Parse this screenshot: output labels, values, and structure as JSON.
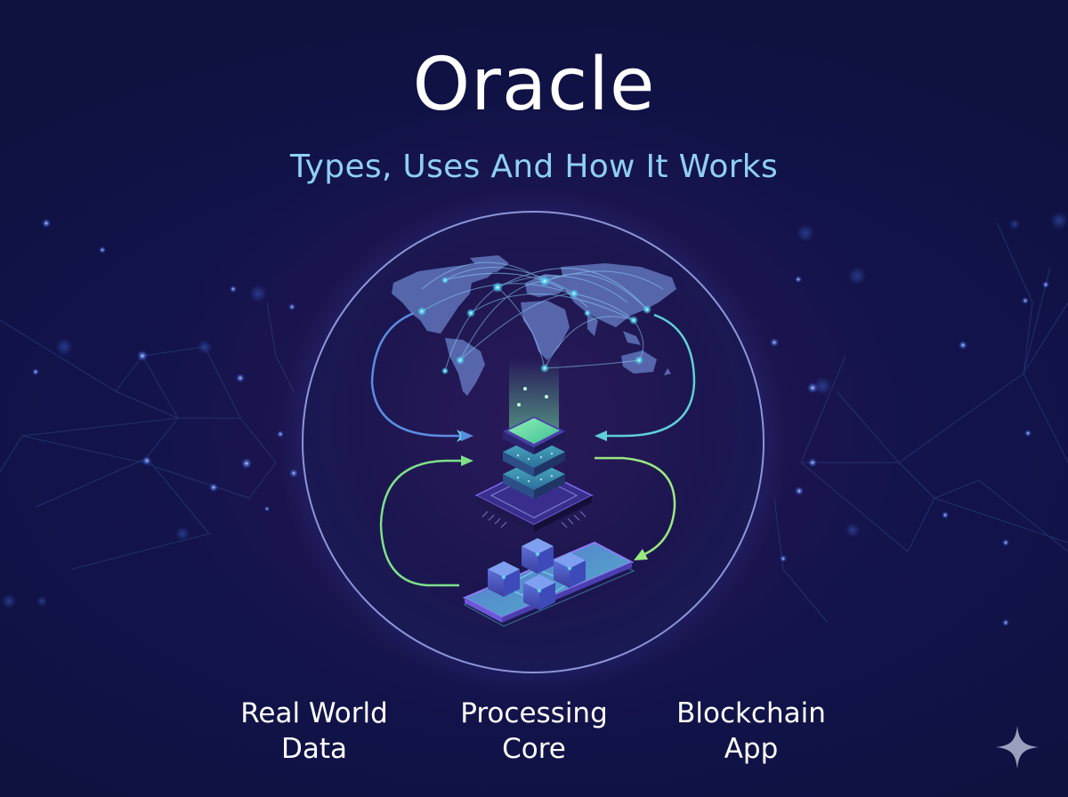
{
  "header": {
    "title": "Oracle",
    "subtitle": "Types, Uses And How It Works"
  },
  "diagram": {
    "center_graphic": "circle-frame",
    "nodes": [
      {
        "id": "world-map",
        "icon": "world-map-icon",
        "description": "world map with glowing network connections"
      },
      {
        "id": "server-stack",
        "icon": "server-stack-icon",
        "description": "isometric processing server stack"
      },
      {
        "id": "blockchain-phone",
        "icon": "blockchain-cubes-icon",
        "description": "connected cubes on smartphone"
      }
    ],
    "arrows": [
      {
        "from": "world-map",
        "to": "server-stack",
        "side": "left",
        "color": "#5b8de0"
      },
      {
        "from": "world-map",
        "to": "server-stack",
        "side": "right",
        "color": "#5fd0d8"
      },
      {
        "from": "blockchain-phone",
        "to": "server-stack",
        "side": "left",
        "color": "#7fe08a"
      },
      {
        "from": "server-stack",
        "to": "blockchain-phone",
        "side": "right",
        "color": "#9ae87f"
      }
    ]
  },
  "labels": [
    {
      "line1": "Real World",
      "line2": "Data"
    },
    {
      "line1": "Processing",
      "line2": "Core"
    },
    {
      "line1": "Blockchain",
      "line2": "App"
    }
  ],
  "colors": {
    "background": "#0f1242",
    "accent_glow": "#2c1a5e",
    "subtitle": "#8fd0f4",
    "circle_stroke": "#8e95d8",
    "map_fill": "#5a6bb0",
    "node_glow": "#4fd8f5",
    "core_green": "#6fe3a0"
  },
  "watermark": {
    "icon": "sparkle-icon"
  }
}
